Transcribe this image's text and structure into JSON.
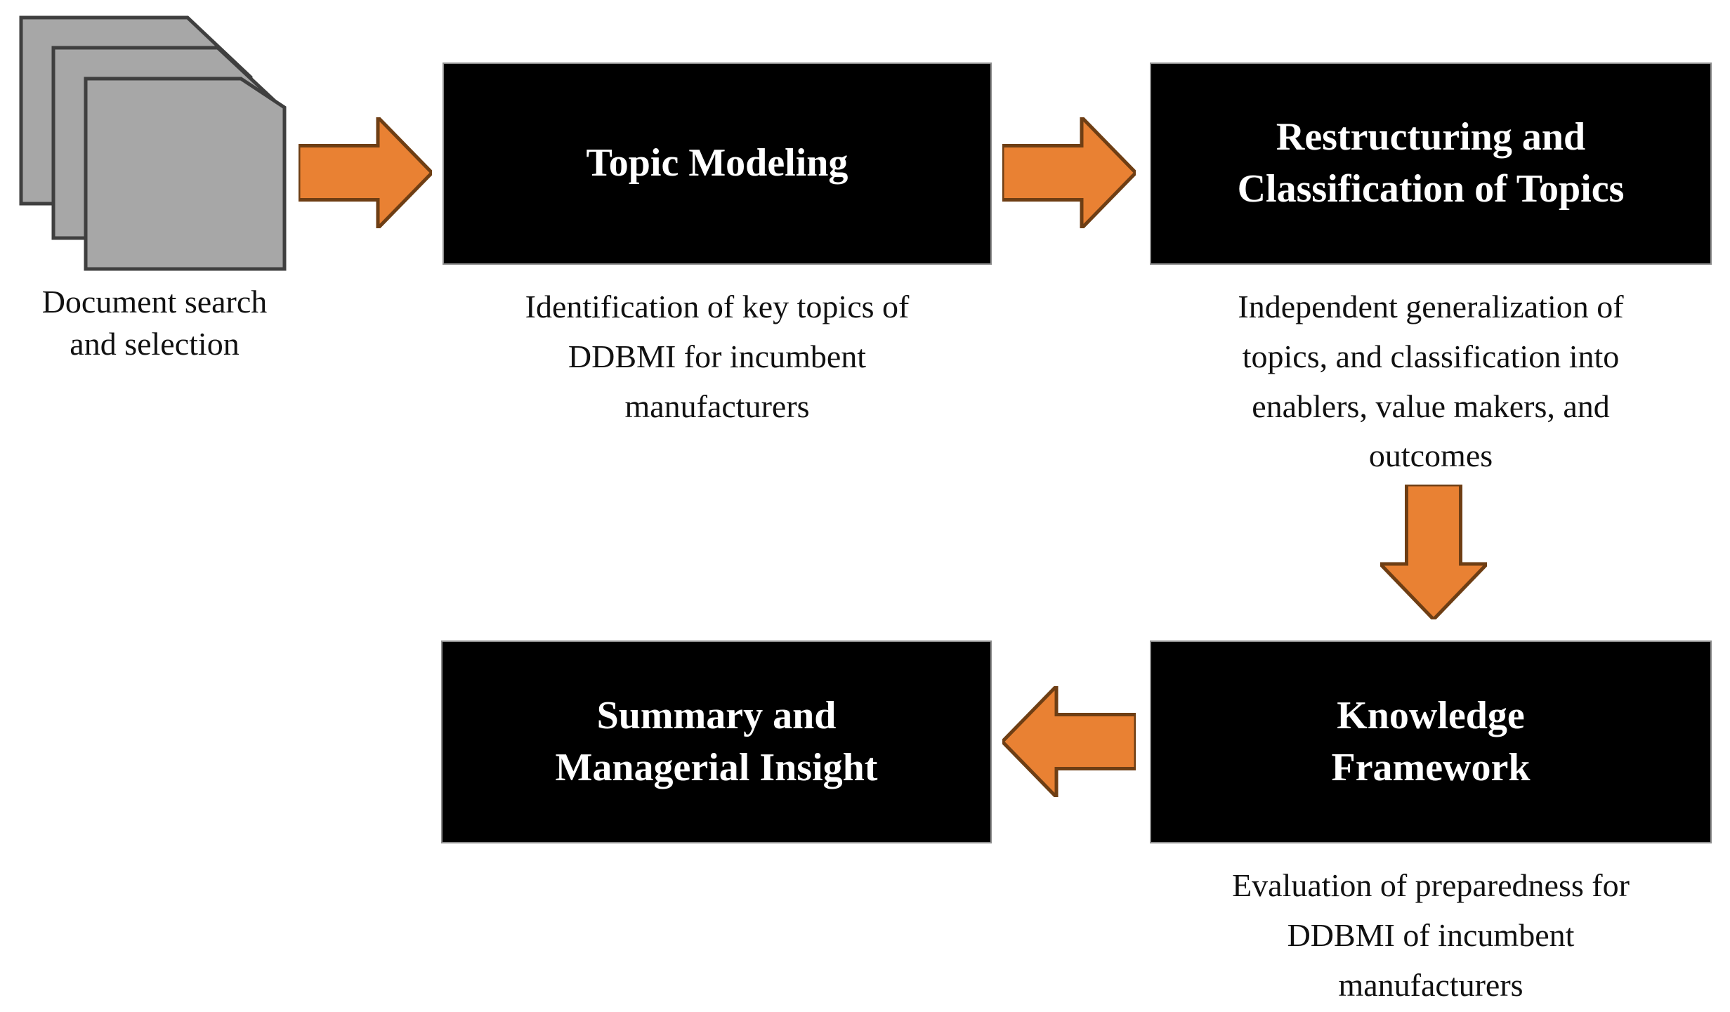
{
  "diagram": {
    "colors": {
      "background": "#ffffff",
      "node_fill": "#000000",
      "node_text": "#ffffff",
      "arrow_fill": "#e98133",
      "arrow_outline": "#6e3e14",
      "document_fill": "#a7a7a7",
      "document_outline": "#3f3f3f",
      "label_text": "#111111"
    },
    "source": {
      "icon": "stacked-documents",
      "caption_lines": [
        "Document search",
        "and selection"
      ]
    },
    "arrow_directions": [
      "right",
      "right",
      "down",
      "left"
    ],
    "steps": [
      {
        "title": "Topic Modeling",
        "title_lines": [
          "Topic Modeling"
        ],
        "description": "Identification of key topics of DDBMI for incumbent manufacturers",
        "desc_lines": [
          "Identification of key topics of",
          "DDBMI for incumbent",
          "manufacturers"
        ]
      },
      {
        "title": "Restructuring and Classification of Topics",
        "title_lines": [
          "Restructuring and",
          "Classification of Topics"
        ],
        "description": "Independent generalization of topics, and classification into enablers, value makers, and outcomes",
        "desc_lines": [
          "Independent generalization of",
          "topics, and classification into",
          "enablers, value makers, and",
          "outcomes"
        ]
      },
      {
        "title": "Knowledge Framework",
        "title_lines": [
          "Knowledge",
          "Framework"
        ],
        "description": "Evaluation of preparedness for DDBMI of incumbent manufacturers",
        "desc_lines": [
          "Evaluation of preparedness for",
          "DDBMI of incumbent",
          "manufacturers"
        ]
      },
      {
        "title": "Summary and Managerial Insight",
        "title_lines": [
          "Summary and",
          "Managerial Insight"
        ],
        "description": "",
        "desc_lines": []
      }
    ]
  }
}
